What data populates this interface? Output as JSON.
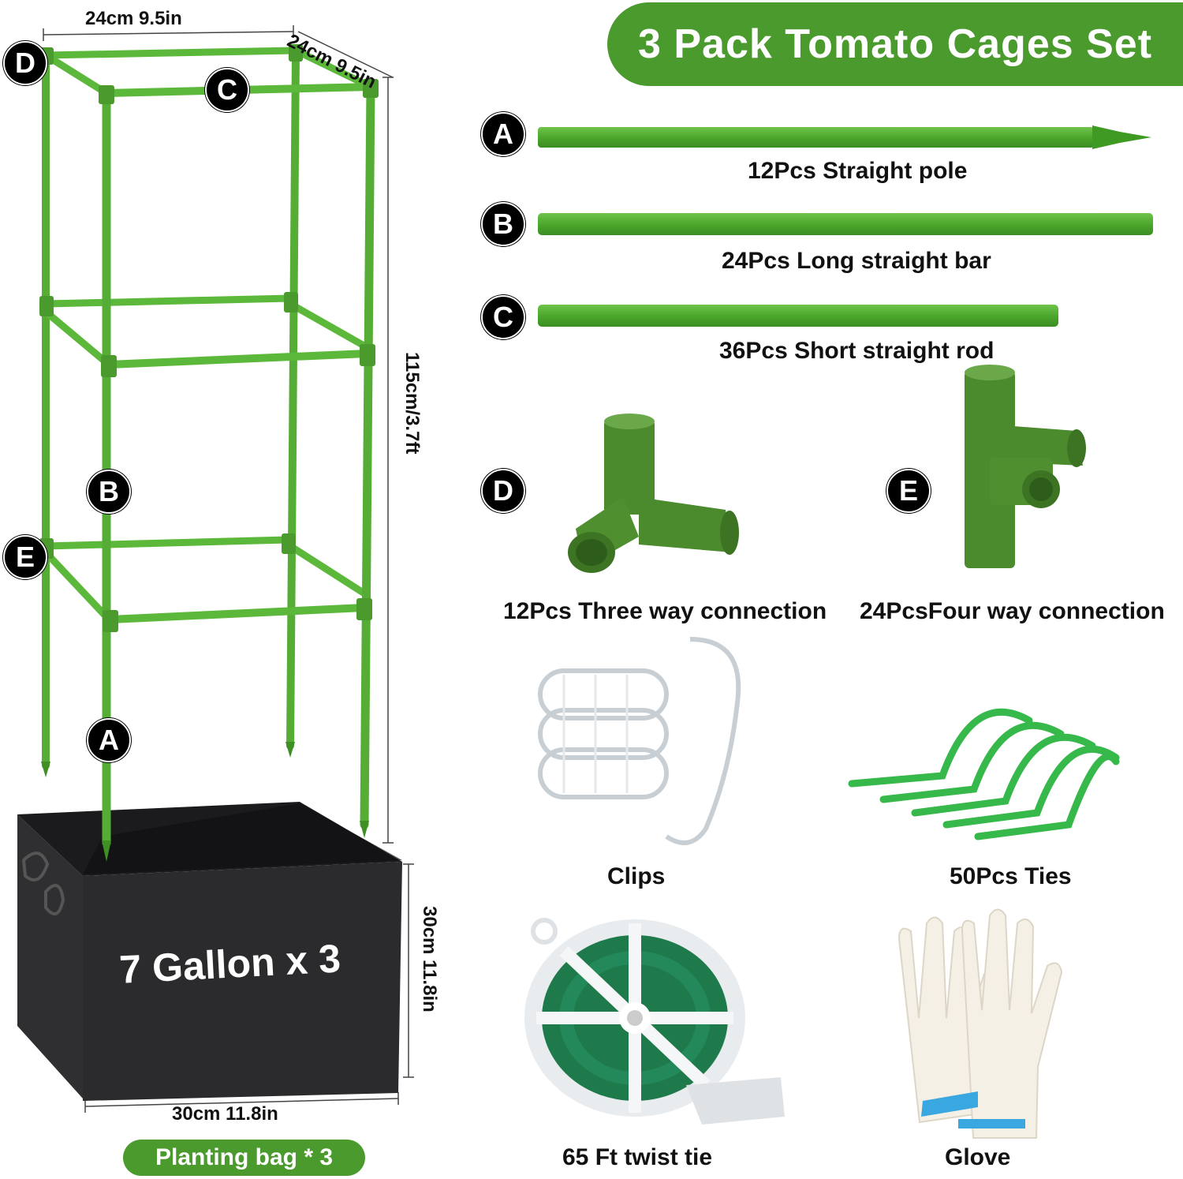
{
  "title": "3 Pack Tomato Cages Set",
  "cage": {
    "width_top": "24cm 9.5in",
    "depth_top": "24cm 9.5in",
    "height": "115cm/3.7ft",
    "badges": {
      "d": "D",
      "c": "C",
      "b": "B",
      "e": "E",
      "a": "A"
    }
  },
  "bag": {
    "text": "7 Gallon x 3",
    "height": "30cm 11.8in",
    "width": "30cm 11.8in",
    "pill": "Planting bag * 3"
  },
  "parts": [
    {
      "badge": "A",
      "label": "12Pcs Straight pole"
    },
    {
      "badge": "B",
      "label": "24Pcs Long straight bar"
    },
    {
      "badge": "C",
      "label": "36Pcs Short straight rod"
    },
    {
      "badge": "D",
      "label": "12Pcs Three way connection"
    },
    {
      "badge": "E",
      "label": "24PcsFour way connection"
    }
  ],
  "accessories": {
    "clips": "Clips",
    "ties": "50Pcs Ties",
    "twist": "65 Ft twist tie",
    "glove": "Glove"
  },
  "colors": {
    "green": "#4a9a2e",
    "rod": "#5cb83a",
    "bag": "#2a2a2c"
  }
}
